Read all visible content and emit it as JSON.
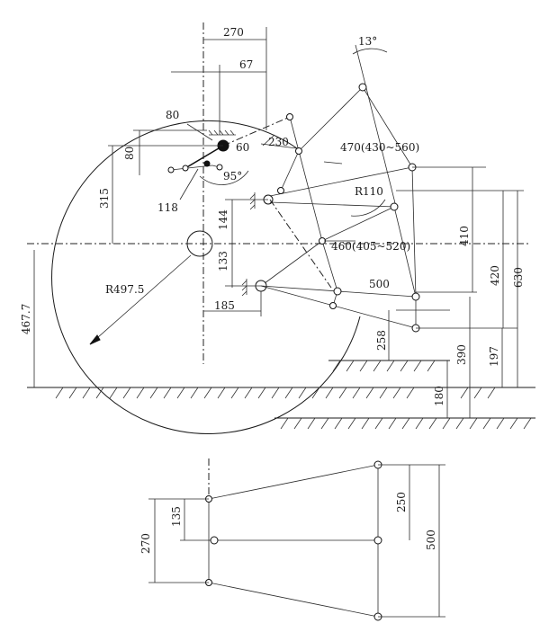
{
  "dimensions": {
    "d270_top": "270",
    "d67": "67",
    "d13deg": "13°",
    "d80_a": "80",
    "d80_b": "80",
    "d60": "60",
    "d230": "230",
    "d470": "470(430~560)",
    "d95deg": "95°",
    "d315": "315",
    "d118": "118",
    "dR110": "R110",
    "d144": "144",
    "d410": "410",
    "d420": "420",
    "d630": "630",
    "d460": "460(405~520)",
    "dR497": "R497.5",
    "d133": "133",
    "d500_top": "500",
    "d467": "467.7",
    "d185": "185",
    "d258": "258",
    "d390": "390",
    "d197": "197",
    "d180": "180",
    "d135": "135",
    "d270_bottom": "270",
    "d250": "250",
    "d500_bottom": "500"
  }
}
